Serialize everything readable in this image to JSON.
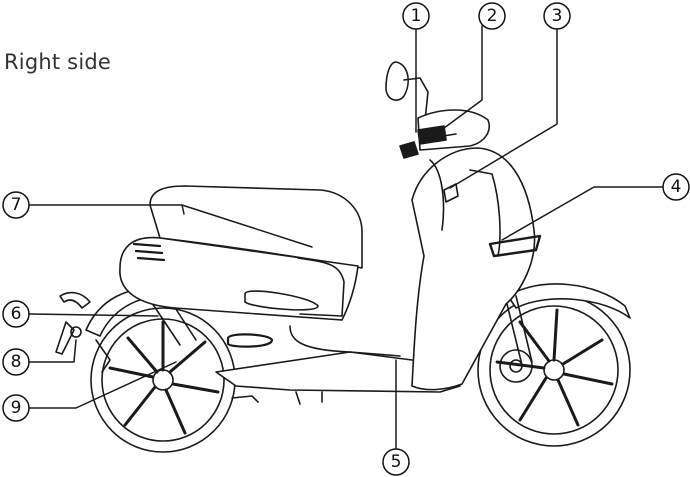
{
  "diagram": {
    "title": "Right side",
    "callouts": [
      "1",
      "2",
      "3",
      "4",
      "5",
      "6",
      "7",
      "8",
      "9"
    ]
  }
}
